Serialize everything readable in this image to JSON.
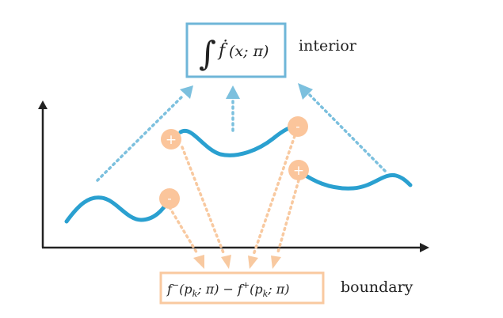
{
  "interior": {
    "integral_symbol": "∫",
    "f_dot": "ḟ",
    "args": "(x; π)",
    "label": "interior"
  },
  "boundary": {
    "part1_f": "f",
    "part1_sup": "−",
    "part1_args_open": "(p",
    "part1_sub": "k",
    "part1_args_close": "; π)",
    "minus": "−",
    "part2_f": "f",
    "part2_sup": "+",
    "part2_args_open": "(p",
    "part2_sub": "k",
    "part2_args_close": "; π)",
    "label": "boundary"
  },
  "markers": {
    "plus": "+",
    "minus": "-"
  },
  "colors": {
    "curve": "#2aa0d0",
    "interior_box": "#6fb6d8",
    "interior_arrow": "#7cc0de",
    "boundary_box": "#f9c9a0",
    "boundary_arrow": "#f8c9a0",
    "marker_fill": "#fbc59b",
    "axis": "#222222"
  }
}
